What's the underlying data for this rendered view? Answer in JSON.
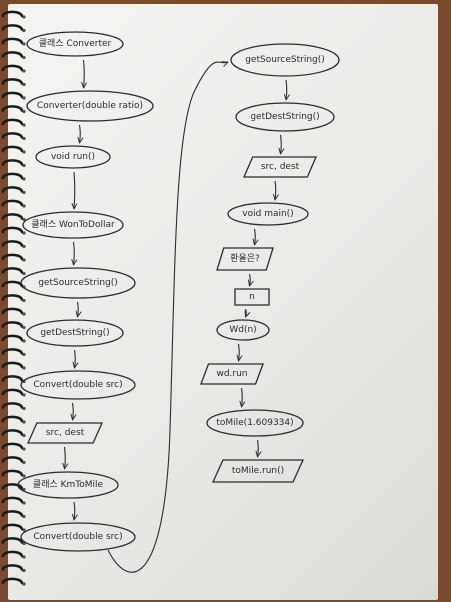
{
  "left_column": [
    {
      "id": "n1",
      "shape": "ellipse",
      "label": "클래스 Converter"
    },
    {
      "id": "n2",
      "shape": "ellipse",
      "label": "Converter(double ratio)"
    },
    {
      "id": "n3",
      "shape": "ellipse",
      "label": "void run()"
    },
    {
      "id": "n4",
      "shape": "ellipse",
      "label": "클래스 WonToDollar"
    },
    {
      "id": "n5",
      "shape": "ellipse",
      "label": "getSourceString()"
    },
    {
      "id": "n6",
      "shape": "ellipse",
      "label": "getDestString()"
    },
    {
      "id": "n7",
      "shape": "ellipse",
      "label": "Convert(double src)"
    },
    {
      "id": "n8",
      "shape": "parallelogram",
      "label": "src, dest"
    },
    {
      "id": "n9",
      "shape": "ellipse",
      "label": "클래스 KmToMile"
    },
    {
      "id": "n10",
      "shape": "ellipse",
      "label": "Convert(double src)"
    }
  ],
  "right_column": [
    {
      "id": "m1",
      "shape": "ellipse",
      "label": "getSourceString()"
    },
    {
      "id": "m2",
      "shape": "ellipse",
      "label": "getDestString()"
    },
    {
      "id": "m3",
      "shape": "parallelogram",
      "label": "src, dest"
    },
    {
      "id": "m4",
      "shape": "ellipse",
      "label": "void main()"
    },
    {
      "id": "m5",
      "shape": "parallelogram",
      "label": "환율은?"
    },
    {
      "id": "m6",
      "shape": "rect",
      "label": "n"
    },
    {
      "id": "m7",
      "shape": "ellipse",
      "label": "Wd(n)"
    },
    {
      "id": "m8",
      "shape": "parallelogram",
      "label": "wd.run"
    },
    {
      "id": "m9",
      "shape": "ellipse",
      "label": "toMile(1.609334)"
    },
    {
      "id": "m10",
      "shape": "parallelogram",
      "label": "toMile.run()"
    }
  ]
}
